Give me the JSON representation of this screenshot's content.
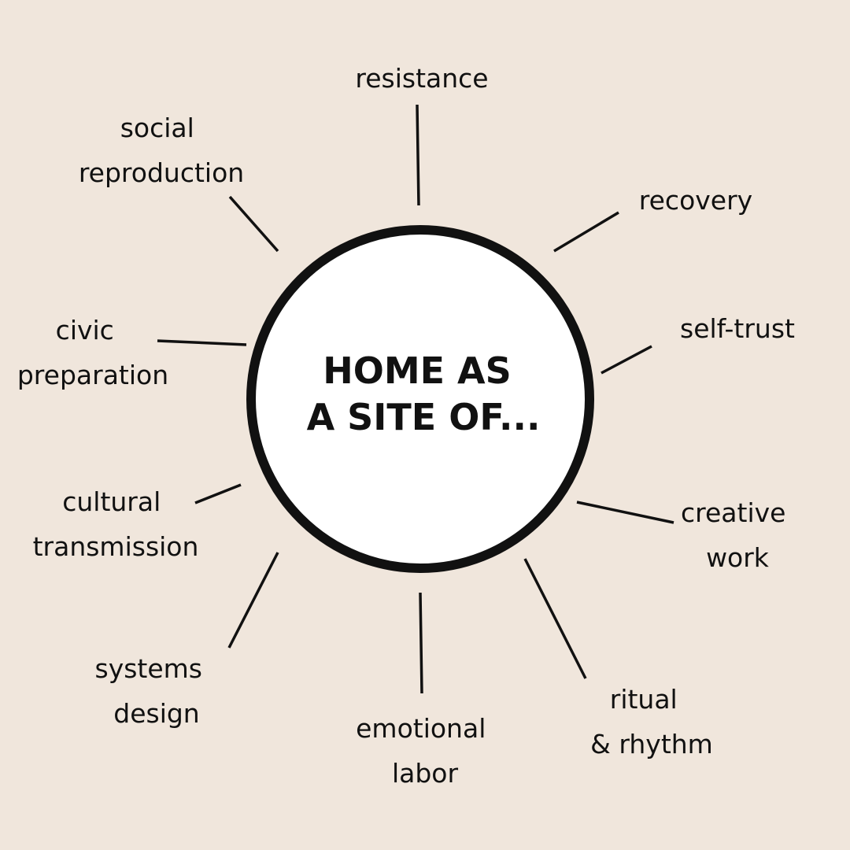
{
  "diagram": {
    "center_title_lines": [
      "HOME AS",
      "A SITE OF..."
    ],
    "spokes": [
      {
        "id": "resistance",
        "lines": [
          "resistance"
        ]
      },
      {
        "id": "recovery",
        "lines": [
          "recovery"
        ]
      },
      {
        "id": "self-trust",
        "lines": [
          "self-trust"
        ]
      },
      {
        "id": "creative-work",
        "lines": [
          "creative",
          "work"
        ]
      },
      {
        "id": "ritual-rhythm",
        "lines": [
          "ritual",
          "& rhythm"
        ]
      },
      {
        "id": "emotional-labor",
        "lines": [
          "emotional",
          "labor"
        ]
      },
      {
        "id": "systems-design",
        "lines": [
          "systems",
          "design"
        ]
      },
      {
        "id": "cultural-transmission",
        "lines": [
          "cultural",
          "transmission"
        ]
      },
      {
        "id": "civic-preparation",
        "lines": [
          "civic",
          "preparation"
        ]
      },
      {
        "id": "social-reproduction",
        "lines": [
          "social",
          "reproduction"
        ]
      }
    ],
    "colors": {
      "background": "#f0e6dc",
      "circle_fill": "#ffffff",
      "ink": "#111111"
    }
  }
}
